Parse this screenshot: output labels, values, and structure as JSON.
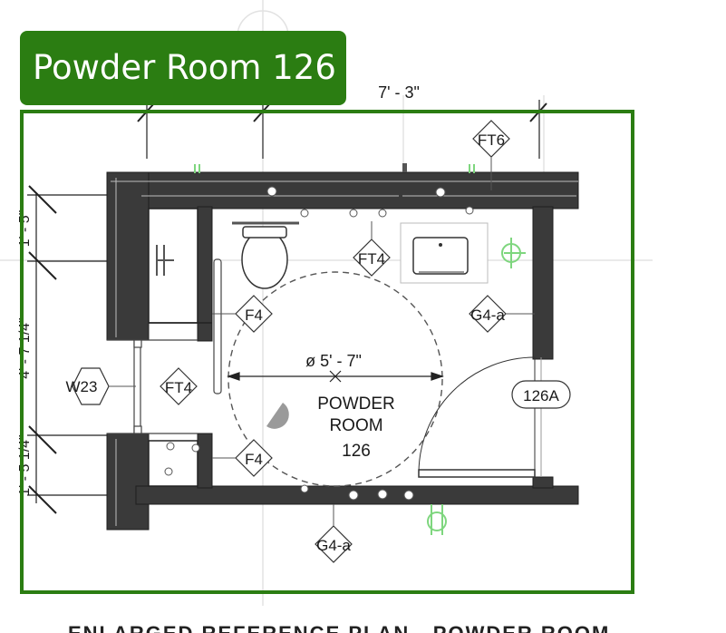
{
  "title": "Powder Room 126",
  "dimensions": {
    "overall_width": "7' - 3\"",
    "left_top": "1' - 5\"",
    "left_middle": "4' - 7 1/4\"",
    "left_bottom": "1' - 5 1/4\"",
    "turning_circle": "ø 5' - 7\""
  },
  "room": {
    "name_line1": "POWDER",
    "name_line2": "ROOM",
    "number": "126"
  },
  "tags": {
    "ft6": "FT6",
    "ft4_upper": "FT4",
    "ft4_left": "FT4",
    "f4_upper": "F4",
    "f4_lower": "F4",
    "g4a_right": "G4-a",
    "g4a_bottom": "G4-a",
    "w23": "W23",
    "door": "126A"
  },
  "footer_title": "ENLARGED REFERENCE PLAN - POWDER ROOM",
  "colors": {
    "highlight": "#2b7d12",
    "wall": "#3a3a3a",
    "fixture_green": "#7ed67e"
  }
}
